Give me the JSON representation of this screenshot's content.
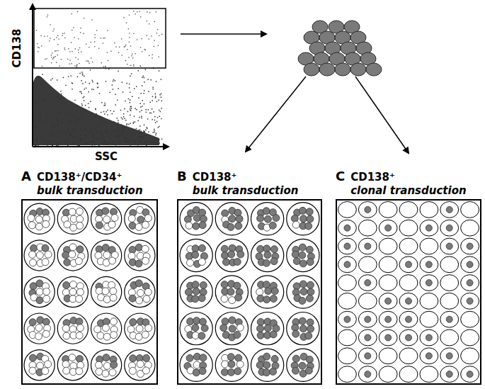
{
  "diagram": {
    "nodes": [
      {
        "text": [
          "A",
          "CD138⁺/CD34⁺",
          "bulk transduction"
        ]
      },
      {
        "text": [
          "B",
          "CD138⁺",
          "bulk transduction"
        ]
      },
      {
        "text": [
          "C",
          "CD138⁺",
          "clonal transduction"
        ]
      }
    ],
    "labels": [
      "CD138",
      "SSC"
    ]
  }
}
